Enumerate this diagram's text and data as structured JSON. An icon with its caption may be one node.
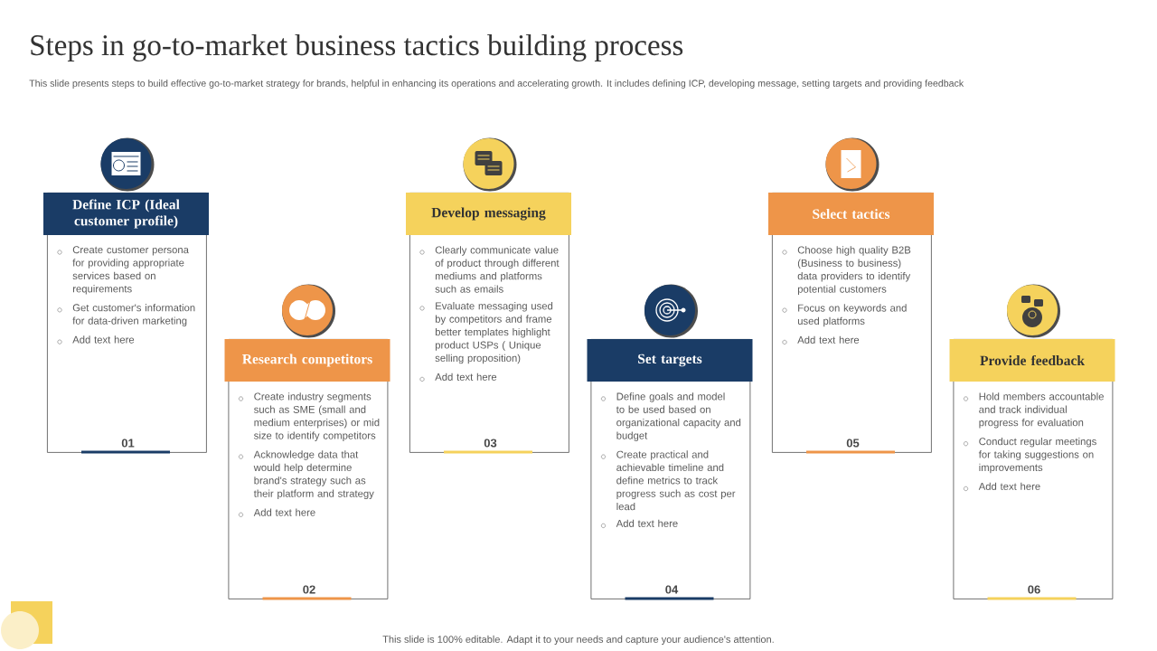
{
  "diagram": {
    "title": "Steps in go-to-market business tactics building process",
    "nodes": [
      {
        "text": [
          "Define ICP (Ideal customer profile)",
          "Create customer persona for providing appropriate services based on requirements",
          "Get customer's information for data-driven marketing",
          "Add text here",
          "01"
        ]
      },
      {
        "text": [
          "Research competitors",
          "Create industry segments such as SME (small and medium enterprises) or mid size to identify competitors",
          "Acknowledge data that would help determine brand's strategy such as their platform and strategy",
          "Add text here",
          "02"
        ]
      },
      {
        "text": [
          "Develop messaging",
          "Clearly communicate value of product through different mediums and platforms such as emails",
          "Evaluate messaging used by competitors and frame better templates highlight product USPs ( Unique selling proposition)",
          "Add text here",
          "03"
        ]
      },
      {
        "text": [
          "Set targets",
          "Define goals and model to be used based on organizational capacity and budget",
          "Create practical and achievable timeline and define metrics to track progress such as cost per lead",
          "Add text here",
          "04"
        ]
      },
      {
        "text": [
          "Select tactics",
          "Choose high quality B2B (Business to business) data providers to identify potential customers",
          "Focus on keywords and used platforms",
          "Add text here",
          "05"
        ]
      },
      {
        "text": [
          "Provide feedback",
          "Hold members accountable and track individual progress for evaluation",
          "Conduct regular meetings for taking suggestions on improvements",
          "Add text here",
          "06"
        ]
      }
    ],
    "labels": [
      "This slide presents steps to build effective go-to-market strategy for brands, helpful in enhancing its operations and accelerating growth. It includes defining ICP, developing message, setting targets and providing feedback",
      "This slide is 100% editable. Adapt it to your needs and capture your audience's attention."
    ]
  }
}
